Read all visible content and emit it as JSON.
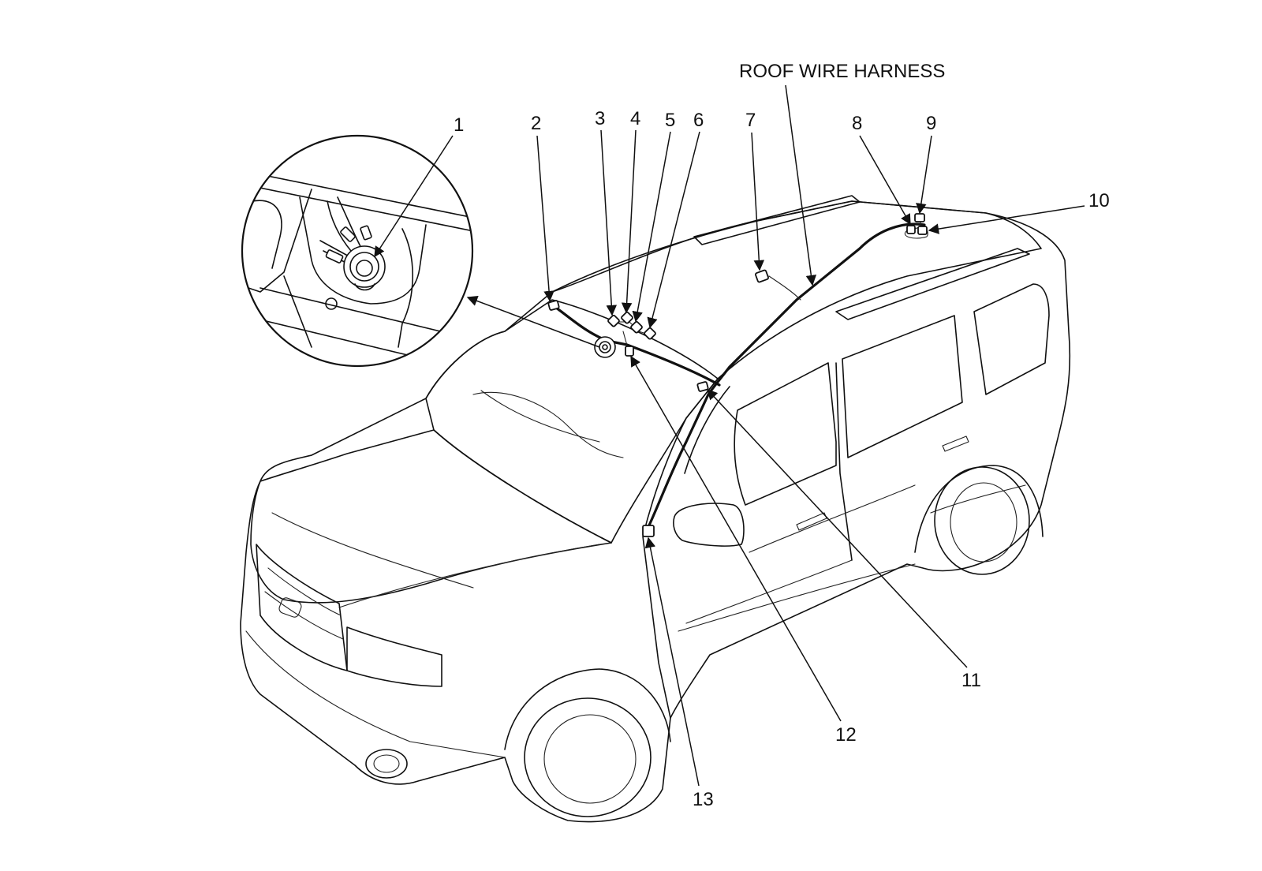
{
  "harness_label": "ROOF WIRE HARNESS",
  "callouts": [
    "1",
    "2",
    "3",
    "4",
    "5",
    "6",
    "7",
    "8",
    "9",
    "10",
    "11",
    "12",
    "13"
  ]
}
